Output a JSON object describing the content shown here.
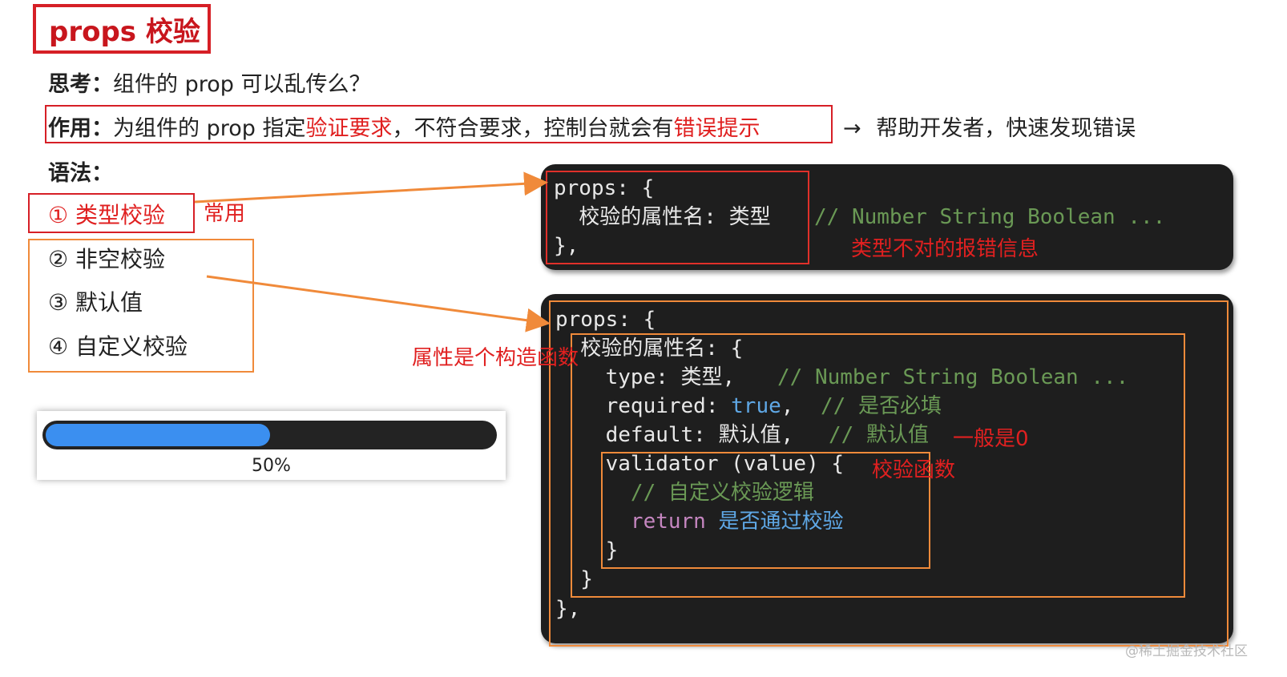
{
  "title": "props 校验",
  "think": {
    "label": "思考：",
    "text": "组件的 prop 可以乱传么？"
  },
  "purpose": {
    "label": "作用：",
    "text_a": "为组件的 prop 指定",
    "highlight_a": "验证要求",
    "text_b": "，不符合要求，控制台就会有",
    "highlight_b": "错误提示",
    "arrow": "→",
    "text_c": "帮助开发者，快速发现错误"
  },
  "syntax_label": "语法：",
  "items": [
    "① 类型校验",
    "② 非空校验",
    "③ 默认值",
    "④ 自定义校验"
  ],
  "annotations": {
    "common": "常用",
    "constructor": "属性是个构造函数",
    "type_error": "类型不对的报错信息",
    "default_zero": "一般是0",
    "validator_fn": "校验函数"
  },
  "progress": {
    "value": 0.5,
    "label": "50%"
  },
  "code1": {
    "l1": "props: {",
    "l2": "  校验的属性名: 类型",
    "l2_comment": "// Number String Boolean ...",
    "l3": "},"
  },
  "code2": {
    "l1": "props: {",
    "l2": "  校验的属性名: {",
    "l3_a": "    type: 类型,",
    "l3_comment": "// Number String Boolean ...",
    "l4_a": "    required: ",
    "l4_b": "true",
    "l4_c": ",",
    "l4_comment": "// 是否必填",
    "l5_a": "    default: 默认值,",
    "l5_comment": "// 默认值",
    "l6": "    validator (value) {",
    "l7": "      // 自定义校验逻辑",
    "l8_a": "      return",
    "l8_b": " 是否通过校验",
    "l9": "    }",
    "l10": "  }",
    "l11": "},"
  },
  "colors": {
    "red": "#e02020",
    "orange": "#f08a3a",
    "code_bg": "#1e1e1e",
    "progress_fill": "#3b8ff0",
    "comment": "#6a9955"
  },
  "watermark": "@稀土掘金技术社区"
}
